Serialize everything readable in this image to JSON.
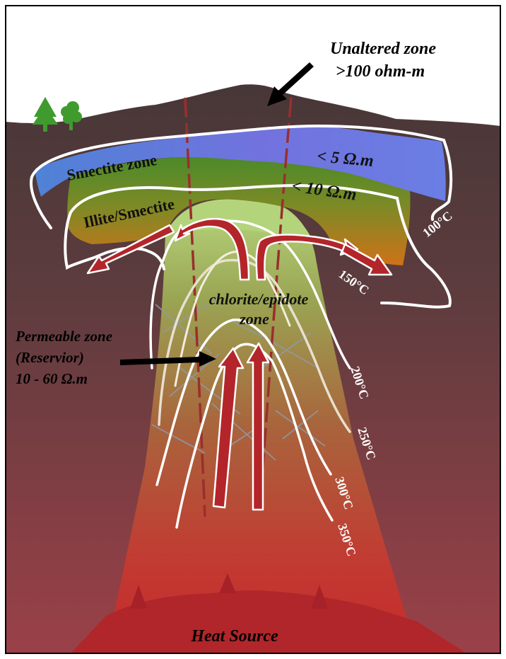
{
  "labels": {
    "unaltered_line1": "Unaltered zone",
    "unaltered_line2": ">100 ohm-m",
    "smectite_zone": "Smectite zone",
    "smectite_resistivity": "< 5 Ω.m",
    "illite_smectite": "Illite/Smectite",
    "illite_resistivity": "< 10 Ω.m",
    "chlorite_line1": "chlorite/epidote",
    "chlorite_line2": "zone",
    "permeable_line1": "Permeable zone",
    "permeable_line2": "(Reservior)",
    "permeable_line3": "10 - 60 Ω.m",
    "heat_source": "Heat Source"
  },
  "isotherms": {
    "t100": "100°C",
    "t150": "150°C",
    "t200": "200°C",
    "t250": "250°C",
    "t300": "300°C",
    "t350": "350°C"
  },
  "colors": {
    "sky": "#ffffff",
    "ground_top": "#413535",
    "ground_bottom": "#9a4046",
    "smectite_left": "#4f80d6",
    "smectite_right": "#8c63e4",
    "illite_top": "#4c8a2a",
    "illite_bottom": "#c8721c",
    "plume_top": "#b4d47c",
    "plume_bottom": "#c12b2b",
    "heat_source": "#b0262a",
    "arrow": "#b3252a",
    "well": "#992f2d",
    "isotherm": "#ffffff",
    "tree": "#3f9b2d",
    "border": "#000000"
  },
  "icons": {
    "tree_conifer": "conifer-tree-icon",
    "tree_deciduous": "deciduous-tree-icon",
    "pointer": "black-arrow-icon"
  }
}
